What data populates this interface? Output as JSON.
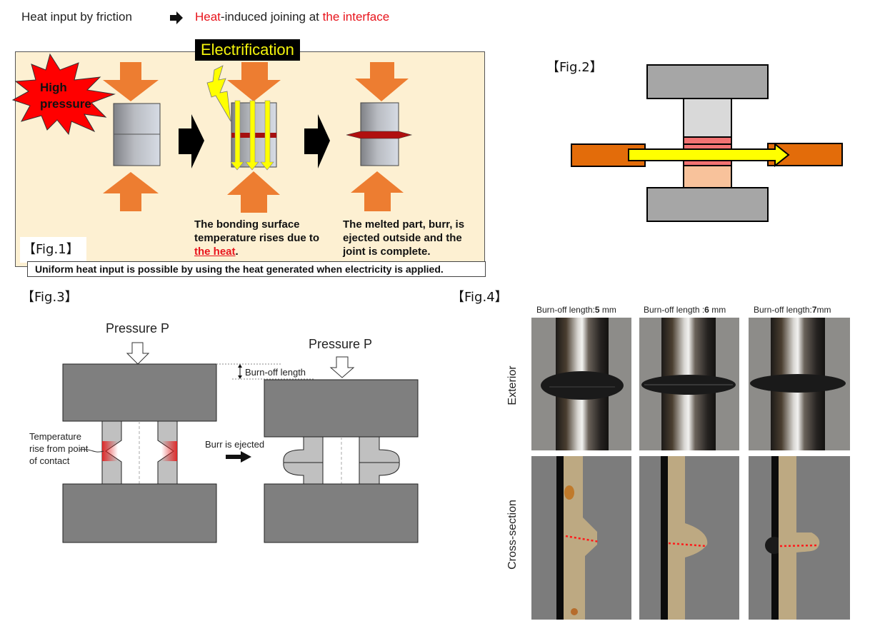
{
  "header": {
    "left_text": "Heat input by friction",
    "arrow_icon": "right-arrow",
    "right_text_parts": [
      {
        "text": "Heat",
        "color": "#e8141c"
      },
      {
        "text": "-induced joining at ",
        "color": "#222222"
      },
      {
        "text": "the interface",
        "color": "#e8141c"
      }
    ]
  },
  "fig1": {
    "label": "【Fig.1】",
    "banner": "Electrification",
    "burst_text_line1": "High",
    "burst_text_line2": "pressure",
    "caption_step2_part1": "The bonding surface temperature rises due to",
    "caption_step2_highlight": " the heat",
    "caption_step2_end": ".",
    "caption_step3": "The melted part, burr, is ejected outside and the joint is complete.",
    "footer": "Uniform heat input is possible by using the heat generated when electricity is applied.",
    "colors": {
      "panel": "#fdf0d2",
      "pressure_arrow": "#ed7d31",
      "burst": "#ff0000",
      "current": "#ffff00",
      "melt": "#a50f0f",
      "banner_text": "#f4f40c"
    }
  },
  "fig2": {
    "label": "【Fig.2】",
    "colors": {
      "electrode": "#a6a6a6",
      "upper_part": "#d9d9d9",
      "lower_part": "#f8c29b",
      "heat_zone": "#f26b6b",
      "clamp": "#e36c0a",
      "current_arrow": "#ffff00"
    }
  },
  "fig3": {
    "label": "【Fig.3】",
    "pressure_left": "Pressure P",
    "pressure_right": "Pressure P",
    "burn_off": "Burn-off length",
    "temp_line1": "Temperature",
    "temp_line2": "rise from point",
    "temp_line3": "of contact",
    "burr": "Burr is ejected"
  },
  "fig4": {
    "label": "【Fig.4】",
    "columns": [
      {
        "prefix": "Burn-off length:",
        "value": "5",
        "unit": " mm"
      },
      {
        "prefix": "Burn-off length :",
        "value": "6",
        "unit": " mm"
      },
      {
        "prefix": "Burn-off length:",
        "value": "7",
        "unit": "mm"
      }
    ],
    "rows": [
      "Exterior",
      "Cross-section"
    ]
  }
}
